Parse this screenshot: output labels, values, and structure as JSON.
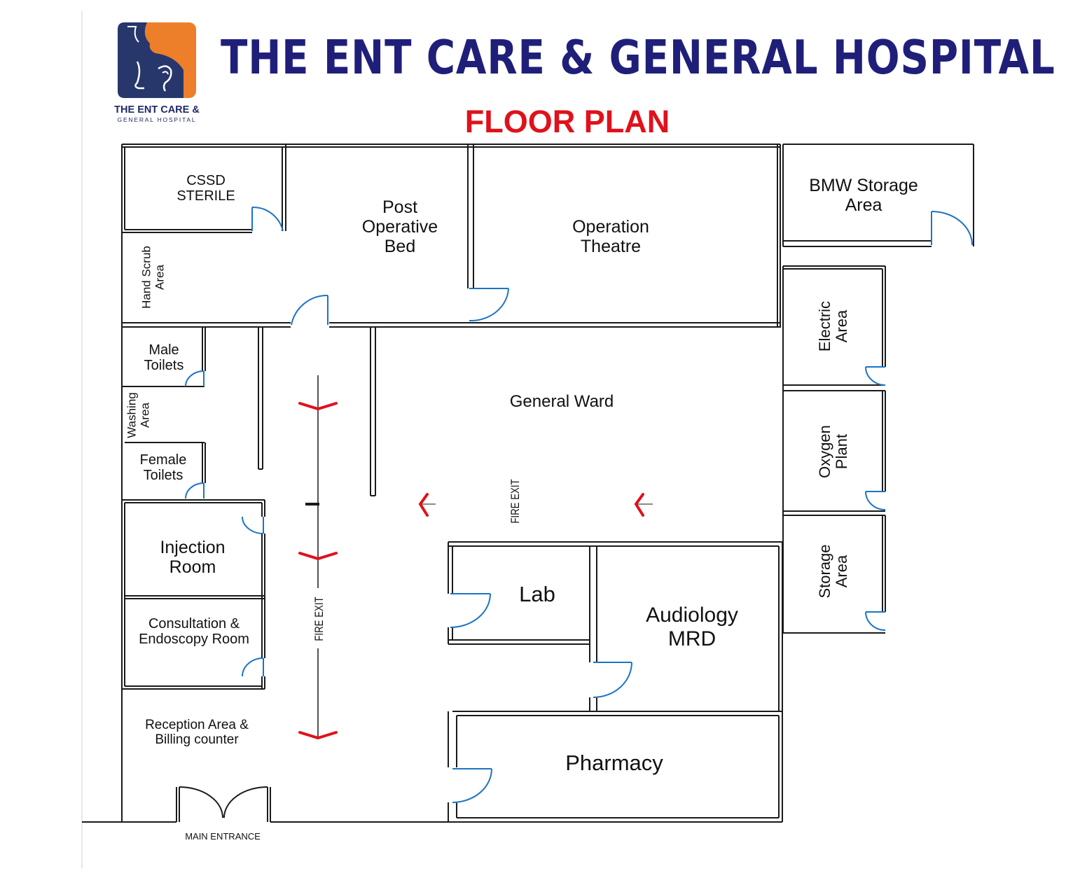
{
  "header": {
    "title": "THE ENT CARE & GENERAL HOSPITAL",
    "subtitle": "FLOOR PLAN",
    "logo": {
      "name_line1": "THE ENT CARE &",
      "name_line2": "GENERAL HOSPITAL",
      "brand_navy": "#27376b",
      "brand_orange": "#ee7f2a"
    }
  },
  "rooms": {
    "cssd": "CSSD\nSTERILE",
    "post_operative": "Post\nOperative\nBed",
    "operation_theatre": "Operation\nTheatre",
    "bmw_storage": "BMW Storage\nArea",
    "hand_scrub": "Hand Scrub\nArea",
    "electric": "Electric\nArea",
    "male_toilets": "Male\nToilets",
    "washing": "Washing\nArea",
    "female_toilets": "Female\nToilets",
    "general_ward": "General Ward",
    "oxygen": "Oxygen\nPlant",
    "injection": "Injection\nRoom",
    "lab": "Lab",
    "audiology": "Audiology\nMRD",
    "storage": "Storage\nArea",
    "consultation": "Consultation &\nEndoscopy Room",
    "reception": "Reception Area &\nBilling counter",
    "pharmacy": "Pharmacy"
  },
  "markers": {
    "fire_exit_vertical": "FIRE EXIT",
    "fire_exit_horizontal": "FIRE EXIT",
    "main_entrance": "MAIN ENTRANCE"
  },
  "colors": {
    "wall": "#1a1a1a",
    "door": "#1c74c4",
    "arrow": "#e0111b",
    "title": "#1f1f7a",
    "subtitle": "#e0111b"
  }
}
